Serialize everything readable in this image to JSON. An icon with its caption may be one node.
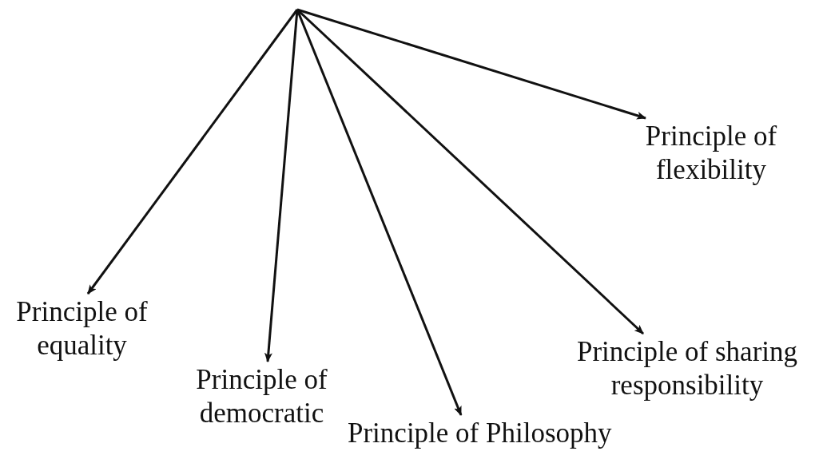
{
  "diagram": {
    "nodes": [
      {
        "text": [
          "Principle of flexibility"
        ]
      },
      {
        "text": [
          "Principle of equality"
        ]
      },
      {
        "text": [
          "Principle of sharing responsibility"
        ]
      },
      {
        "text": [
          "Principle of democratic"
        ]
      },
      {
        "text": [
          "Principle of Philosophy"
        ]
      }
    ],
    "edges": [
      {
        "from": null,
        "to": 0,
        "arrow": "to"
      },
      {
        "from": null,
        "to": 1,
        "arrow": "to"
      },
      {
        "from": null,
        "to": 2,
        "arrow": "to"
      },
      {
        "from": null,
        "to": 3,
        "arrow": "to"
      },
      {
        "from": null,
        "to": 4,
        "arrow": "to"
      }
    ]
  }
}
